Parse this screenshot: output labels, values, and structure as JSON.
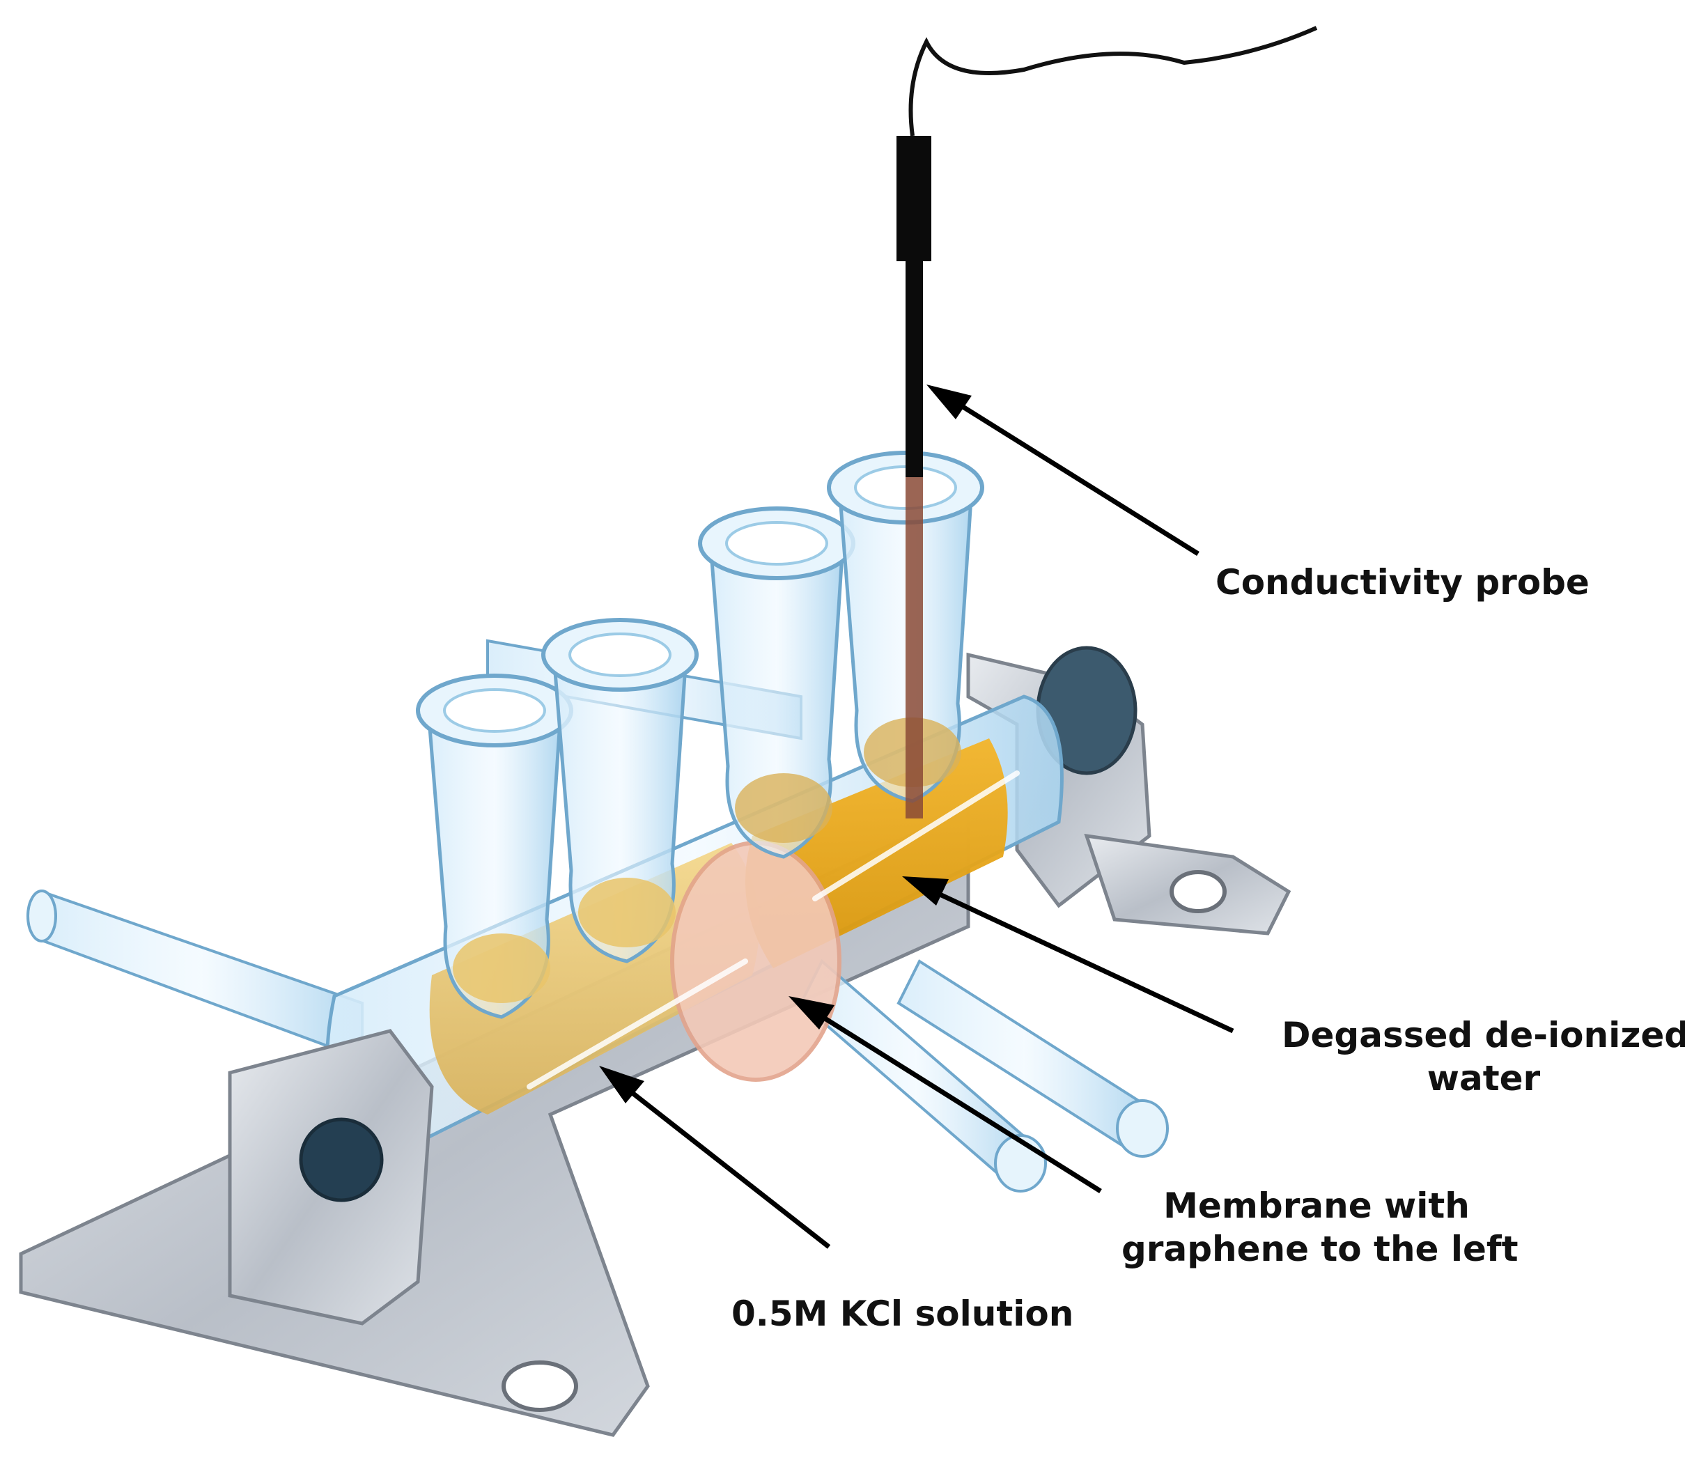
{
  "colors": {
    "glass": "#bfe0f5",
    "glass_edge": "#6fa7cc",
    "kcl_solution": "#e9c46a",
    "water": "#e8a90f",
    "membrane": "#f3c9b8",
    "metal": "#c9ced6",
    "metal_dark": "#8d949e",
    "probe": "#0b0b0b",
    "arrow": "#000000"
  },
  "labels": {
    "conductivity_probe": "Conductivity probe",
    "degassed_water_line1": "Degassed de-ionized",
    "degassed_water_line2": "water",
    "membrane_line1": "Membrane with",
    "membrane_line2": "graphene to the left",
    "kcl_solution": "0.5M KCl solution"
  }
}
